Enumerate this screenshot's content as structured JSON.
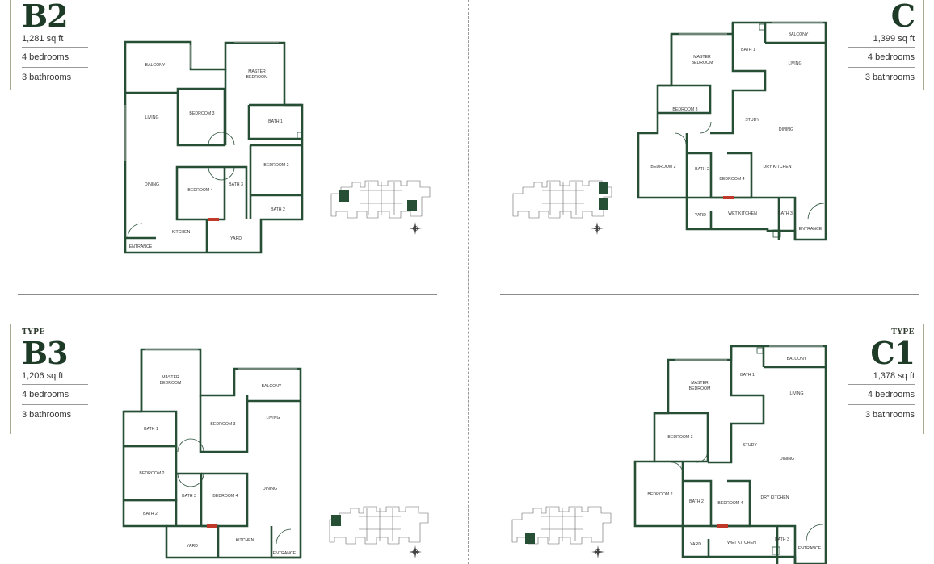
{
  "units": {
    "b2": {
      "code": "B2",
      "area": "1,281 sq ft",
      "bedrooms": "4 bedrooms",
      "bathrooms": "3 bathrooms"
    },
    "c": {
      "code": "C",
      "area": "1,399 sq ft",
      "bedrooms": "4 bedrooms",
      "bathrooms": "3 bathrooms"
    },
    "b3": {
      "type_label": "TYPE",
      "code": "B3",
      "area": "1,206 sq ft",
      "bedrooms": "4 bedrooms",
      "bathrooms": "3 bathrooms"
    },
    "c1": {
      "type_label": "TYPE",
      "code": "C1",
      "area": "1,378 sq ft",
      "bedrooms": "4 bedrooms",
      "bathrooms": "3 bathrooms"
    }
  },
  "rooms": {
    "b2": {
      "balcony": "BALCONY",
      "master_bedroom": [
        "MASTER",
        "BEDROOM"
      ],
      "living": "LIVING",
      "bedroom3": "BEDROOM 3",
      "bath1": "BATH 1",
      "bedroom2": "BEDROOM 2",
      "dining": "DINING",
      "bedroom4": "BEDROOM 4",
      "bath3": "BATH 3",
      "bath2": "BATH 2",
      "kitchen": "KITCHEN",
      "entrance": "ENTRANCE",
      "yard": "YARD"
    },
    "c": {
      "master_bedroom": [
        "MASTER",
        "BEDROOM"
      ],
      "bath1": "BATH 1",
      "balcony": "BALCONY",
      "living": "LIVING",
      "bedroom3": "BEDROOM 3",
      "study": "STUDY",
      "dining": "DINING",
      "bedroom2": "BEDROOM 2",
      "bath2": "BATH 2",
      "bedroom4": "BEDROOM 4",
      "dry_kitchen": "DRY KITCHEN",
      "yard": "YARD",
      "wet_kitchen": "WET KITCHEN",
      "bath3": "BATH 3",
      "entrance": "ENTRANCE"
    },
    "b3": {
      "master_bedroom": [
        "MASTER",
        "BEDROOM"
      ],
      "balcony": "BALCONY",
      "living": "LIVING",
      "bath1": "BATH 1",
      "bedroom3": "BEDROOM 3",
      "bedroom2": "BEDROOM 2",
      "dining": "DINING",
      "bath3": "BATH 3",
      "bedroom4": "BEDROOM 4",
      "bath2": "BATH 2",
      "kitchen": "KITCHEN",
      "yard": "YARD",
      "entrance": "ENTRANCE"
    },
    "c1": {
      "master_bedroom": [
        "MASTER",
        "BEDROOM"
      ],
      "bath1": "BATH 1",
      "balcony": "BALCONY",
      "living": "LIVING",
      "bedroom3": "BEDROOM 3",
      "study": "STUDY",
      "dining": "DINING",
      "bedroom2": "BEDROOM 2",
      "bath2": "BATH 2",
      "bedroom4": "BEDROOM 4",
      "dry_kitchen": "DRY KITCHEN",
      "yard": "YARD",
      "wet_kitchen": "WET KITCHEN",
      "bath3": "BATH 3",
      "entrance": "ENTRANCE"
    }
  },
  "colors": {
    "wall": "#264f36",
    "accent": "#1d3b27",
    "door_marker": "#c0392b",
    "key_plan_highlight": "#264f36"
  },
  "icons": {
    "compass": "compass-rose-icon",
    "key_plan": "building-key-plan-icon"
  }
}
